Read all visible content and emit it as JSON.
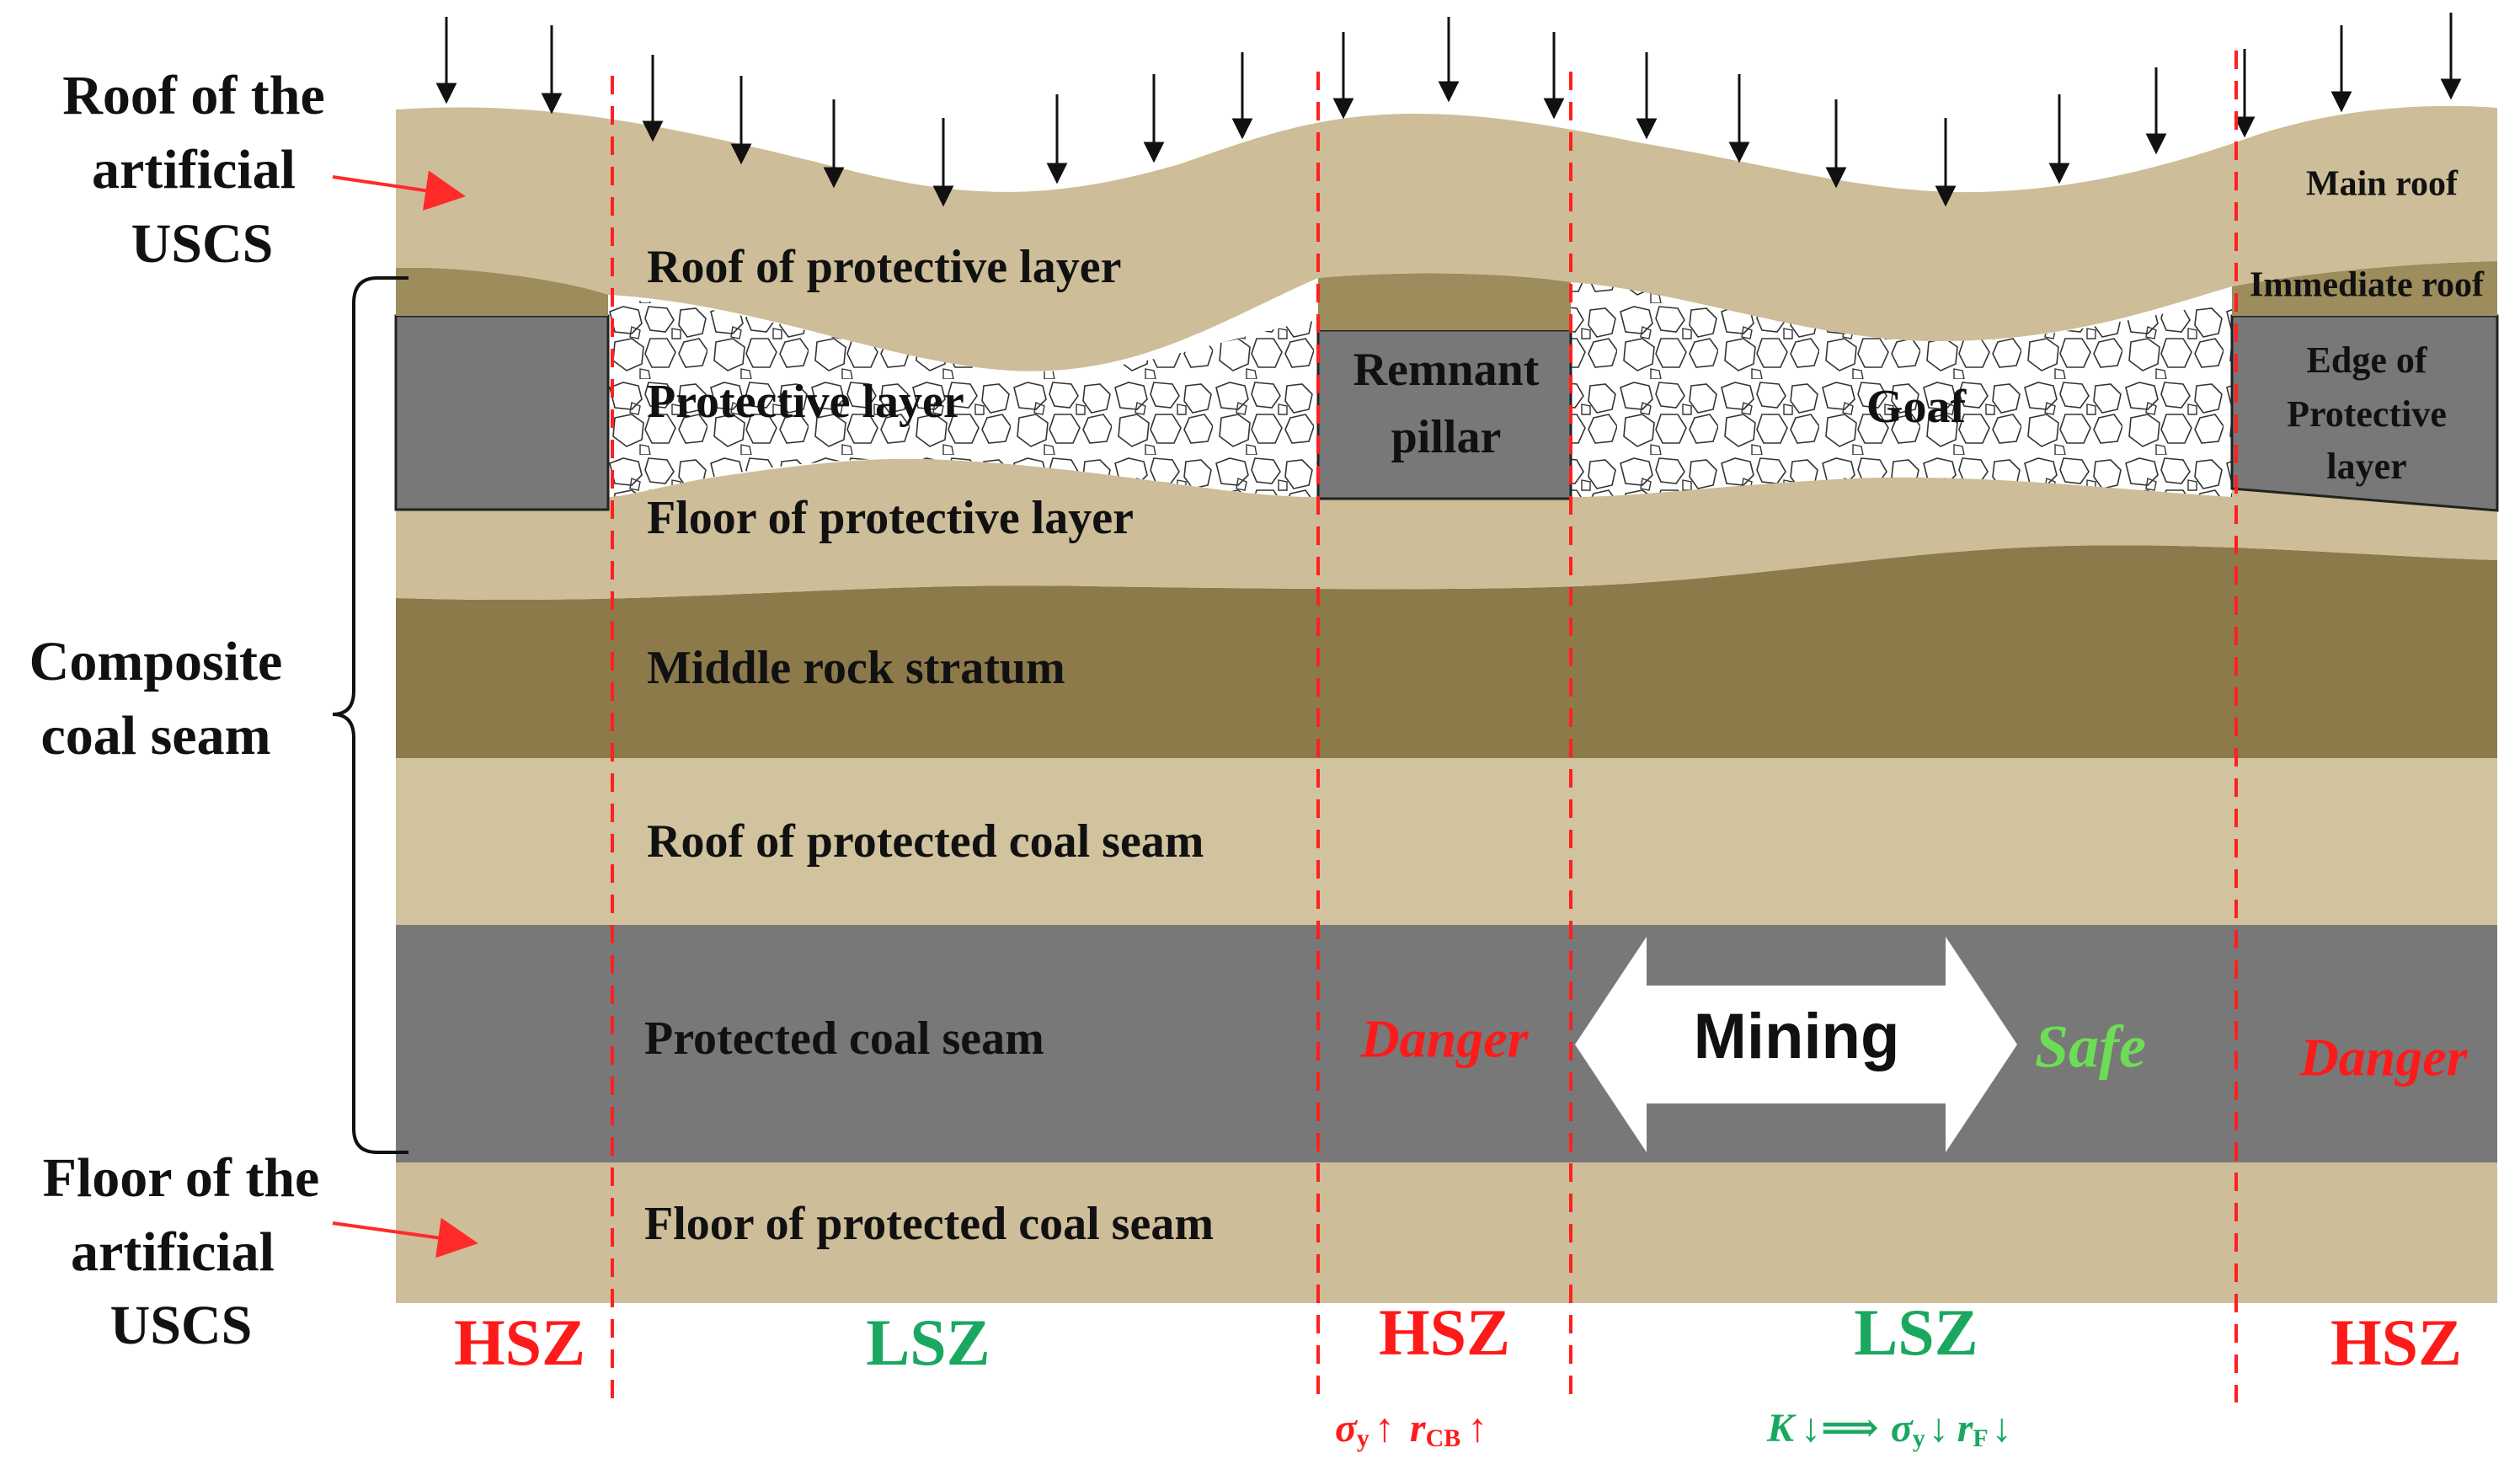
{
  "colors": {
    "tan": "#cdbd98",
    "tan_light": "#d2c39f",
    "olive": "#8c7a4b",
    "olive_dark": "#857448",
    "immediate_roof": "#9d8c5c",
    "gray": "#787878",
    "danger_red": "#ff1a1a",
    "safe_green": "#6ddd55",
    "zone_red": "#ff1a1a",
    "zone_green": "#1aa860",
    "arrow_red": "#ff2a2a",
    "divider_red": "#ff2020"
  },
  "left_labels": {
    "roof_artificial": [
      "Roof of the",
      "artificial",
      "USCS"
    ],
    "composite": [
      "Composite",
      "coal seam"
    ],
    "floor_artificial": [
      "Floor of the",
      "artificial",
      "USCS"
    ]
  },
  "layers": {
    "roof_protective": "Roof of protective layer",
    "protective": "Protective layer",
    "floor_protective": "Floor of protective layer",
    "middle_rock": "Middle rock stratum",
    "roof_protected": "Roof of protected coal seam",
    "protected_seam": "Protected coal seam",
    "floor_protected": "Floor of protected coal seam",
    "main_roof": "Main roof",
    "immediate_roof": "Immediate roof"
  },
  "blocks": {
    "remnant_pillar": [
      "Remnant",
      "pillar"
    ],
    "goaf": "Goaf",
    "edge": [
      "Edge of",
      "Protective",
      "layer"
    ]
  },
  "status": {
    "danger": "Danger",
    "mining": "Mining",
    "safe": "Safe"
  },
  "zones": [
    "HSZ",
    "LSZ",
    "HSZ",
    "LSZ",
    "HSZ"
  ],
  "formulas": {
    "hsz_sigma": "σ",
    "hsz_sigma_sub": "y",
    "hsz_arrow": "↑",
    "hsz_r": "r",
    "hsz_r_sub": "CB",
    "lsz_k": "K",
    "lsz_implies": "↓⟹",
    "lsz_sigma": "σ",
    "lsz_sigma_sub": "y",
    "lsz_arrow": "↓",
    "lsz_r": "r",
    "lsz_r_sub": "F"
  }
}
